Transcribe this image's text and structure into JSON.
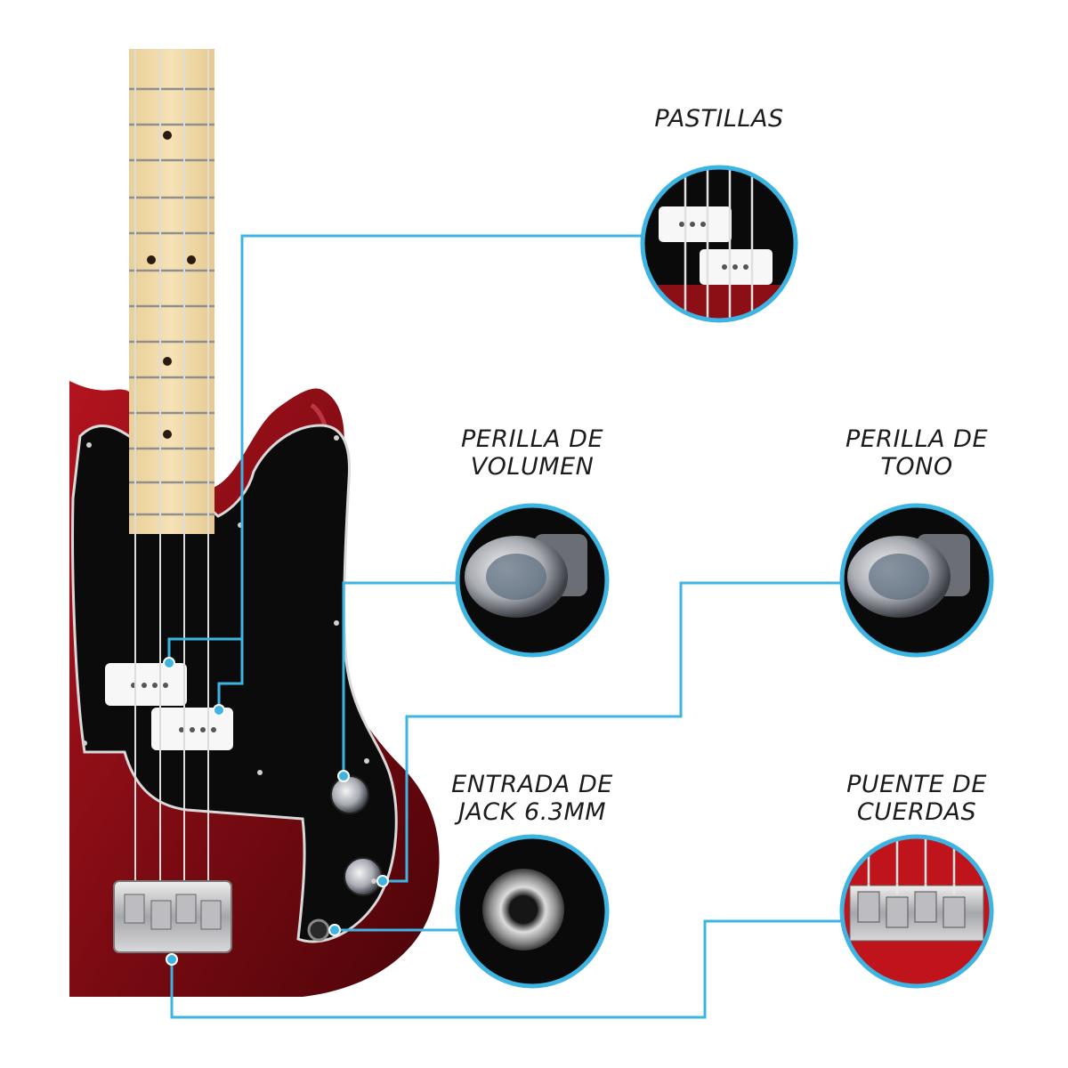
{
  "features": {
    "pickups": {
      "line1": "PASTILLAS"
    },
    "volume": {
      "line1": "PERILLA DE",
      "line2": "VOLUMEN"
    },
    "tone": {
      "line1": "PERILLA DE",
      "line2": "TONO"
    },
    "jack": {
      "line1": "ENTRADA DE",
      "line2": "JACK 6.3MM"
    },
    "bridge": {
      "line1": "PUENTE DE",
      "line2": "CUERDAS"
    }
  },
  "colors": {
    "accent_line": "#3db4e2",
    "circle_ring": "#3db4e2",
    "body_red": "#8c0f16",
    "pickguard": "#0b0b0b",
    "maple_neck": "#f1d9a5",
    "pickup_white": "#f7f7f7",
    "chrome": "#c9c9cc"
  }
}
